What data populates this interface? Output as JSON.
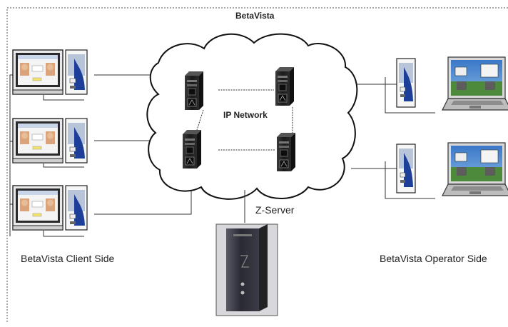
{
  "title": "BetaVista",
  "network_label": "IP Network",
  "server_label": "Z-Server",
  "client_side_label": "BetaVista Client Side",
  "operator_side_label": "BetaVista Operator Side",
  "nodes": {
    "client_stations": 3,
    "operator_stations": 2,
    "network_servers": 4
  }
}
